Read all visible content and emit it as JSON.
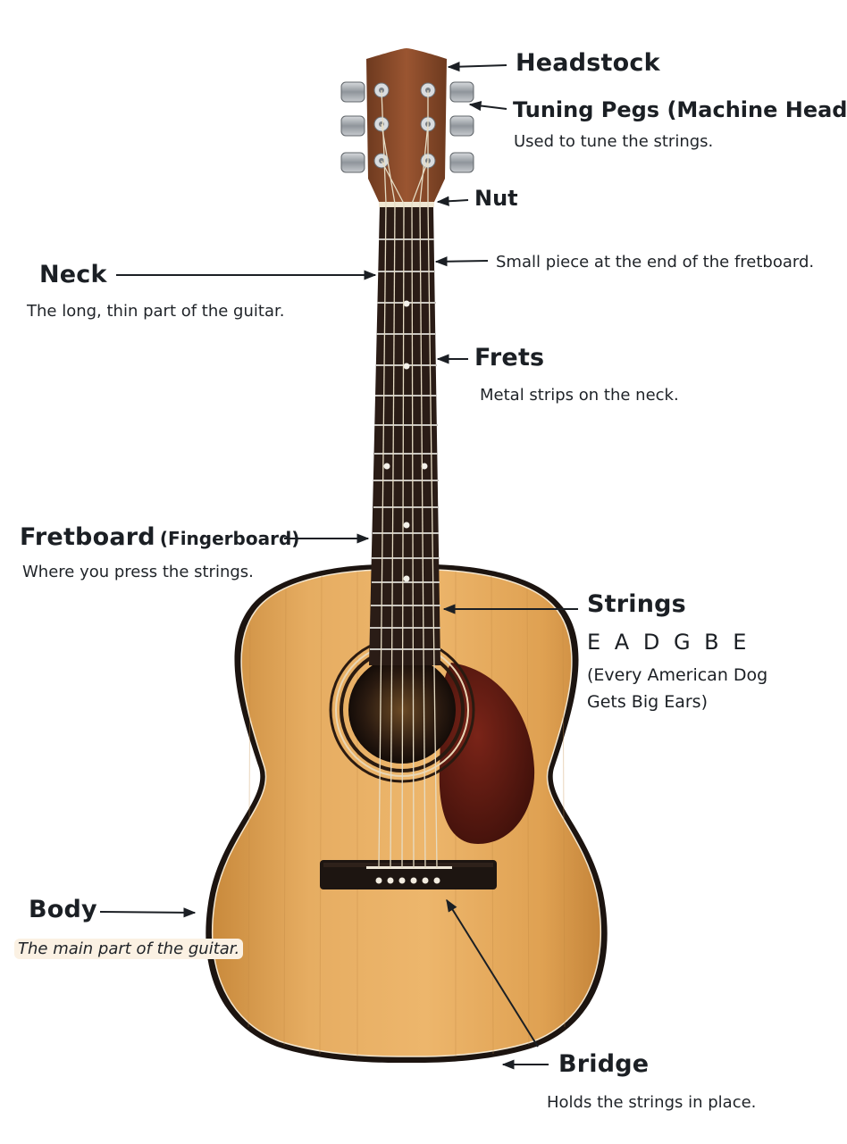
{
  "labels": {
    "headstock": {
      "title": "Headstock"
    },
    "tuning_pegs": {
      "title": "Tuning Pegs (Machine Heads)",
      "desc": "Used to tune the strings."
    },
    "nut": {
      "title": "Nut",
      "desc": "Small piece at the end of the fretboard."
    },
    "neck": {
      "title": "Neck",
      "desc": "The long, thin part of the guitar."
    },
    "frets": {
      "title": "Frets",
      "desc": "Metal strips on the neck."
    },
    "fretboard": {
      "title": "Fretboard",
      "title_suffix": "(Fingerboard)",
      "desc": "Where you press the strings."
    },
    "strings": {
      "title": "Strings",
      "notes": "E A D G B E",
      "mnemonic": "(Every American Dog Gets Big Ears)"
    },
    "body": {
      "title": "Body",
      "desc": "The main part of the guitar."
    },
    "bridge": {
      "title": "Bridge",
      "desc": "Holds the strings in place."
    }
  },
  "colors": {
    "body_top": "#e2a75a",
    "body_edge": "#1c1410",
    "headstock": "#8a4a28",
    "fretboard": "#2a1c16",
    "pickguard": "#5a1810",
    "arrow": "#1b1f24"
  }
}
